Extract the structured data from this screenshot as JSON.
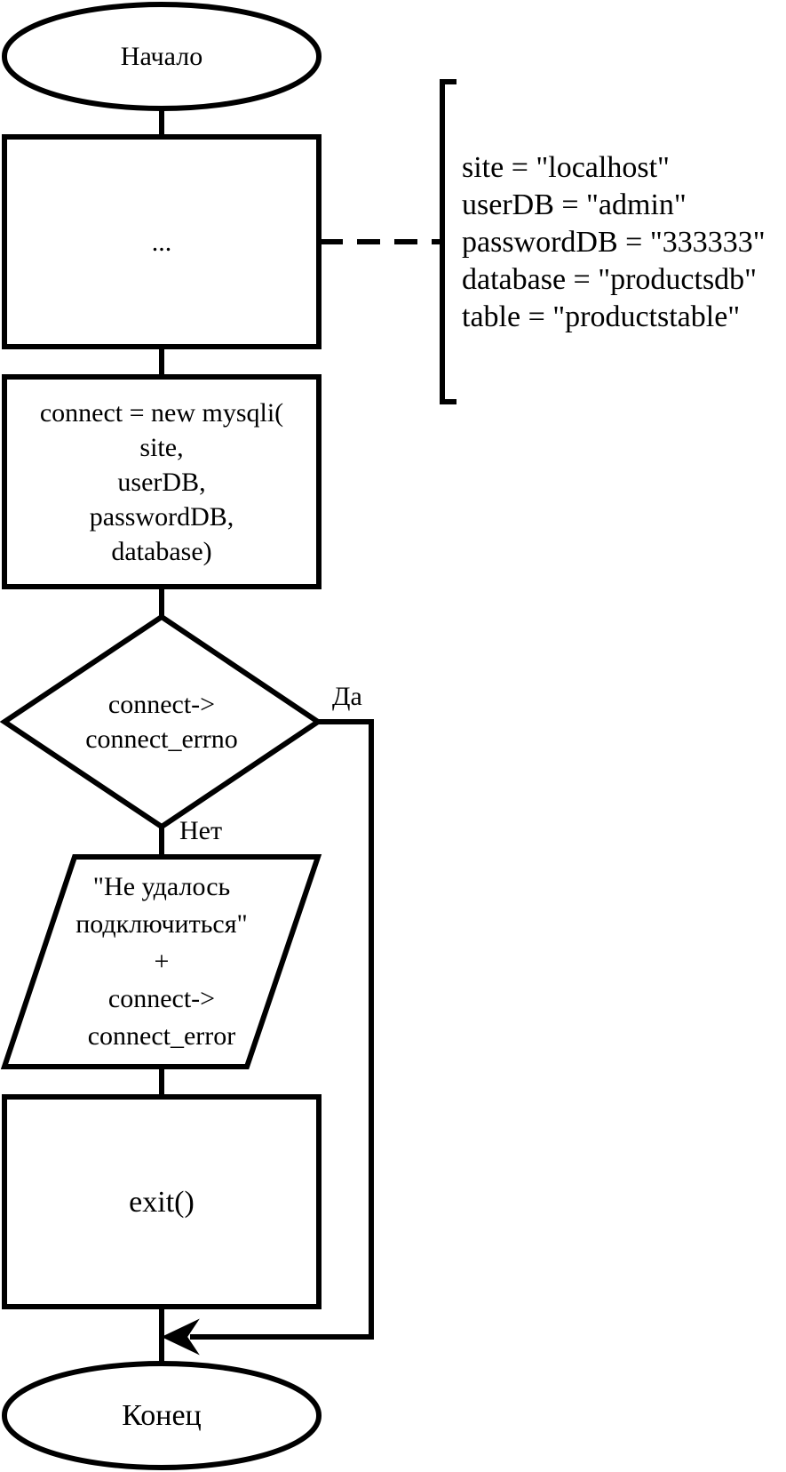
{
  "start": {
    "label": "Начало"
  },
  "init": {
    "label": "..."
  },
  "connect": {
    "lines": [
      "connect = new mysqli(",
      "site,",
      "userDB,",
      "passwordDB,",
      "database)"
    ]
  },
  "decision": {
    "lines": [
      "connect->",
      "connect_errno"
    ],
    "yes_label": "Да",
    "no_label": "Нет"
  },
  "error_output": {
    "lines": [
      "\"Не удалось",
      "подключиться\"",
      "+",
      "connect->",
      "connect_error"
    ]
  },
  "exit": {
    "label": "exit()"
  },
  "end": {
    "label": "Конец"
  },
  "annotation": {
    "lines": [
      "site = \"localhost\"",
      "userDB = \"admin\"",
      "passwordDB = \"333333\"",
      "database = \"productsdb\"",
      "table = \"productstable\""
    ]
  }
}
